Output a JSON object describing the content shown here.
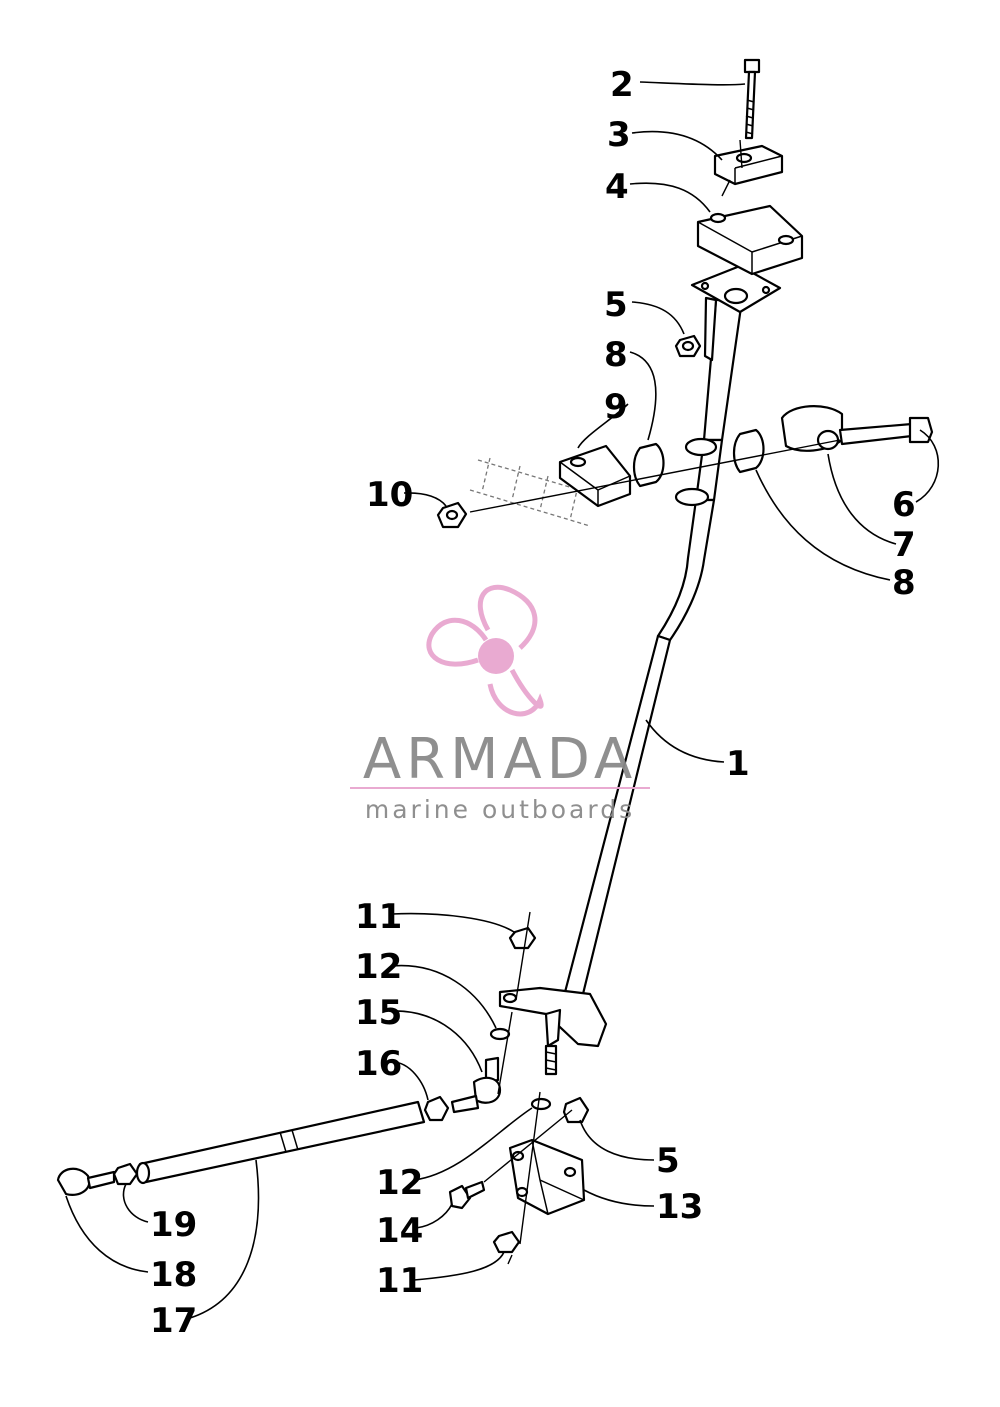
{
  "callouts": {
    "c1": "1",
    "c2": "2",
    "c3": "3",
    "c4": "4",
    "c5a": "5",
    "c5b": "5",
    "c6": "6",
    "c7": "7",
    "c8a": "8",
    "c8b": "8",
    "c9": "9",
    "c10": "10",
    "c11a": "11",
    "c11b": "11",
    "c12a": "12",
    "c12b": "12",
    "c13": "13",
    "c14": "14",
    "c15": "15",
    "c16": "16",
    "c17": "17",
    "c18": "18",
    "c19": "19"
  },
  "watermark": {
    "name": "ARMADA",
    "tagline": "marine outboards",
    "logo_icon": "propeller-logo-icon",
    "primary_color": "#e8a6cf",
    "text_color": "#8a8a8a"
  },
  "colors": {
    "line": "#000000",
    "background": "#ffffff"
  }
}
